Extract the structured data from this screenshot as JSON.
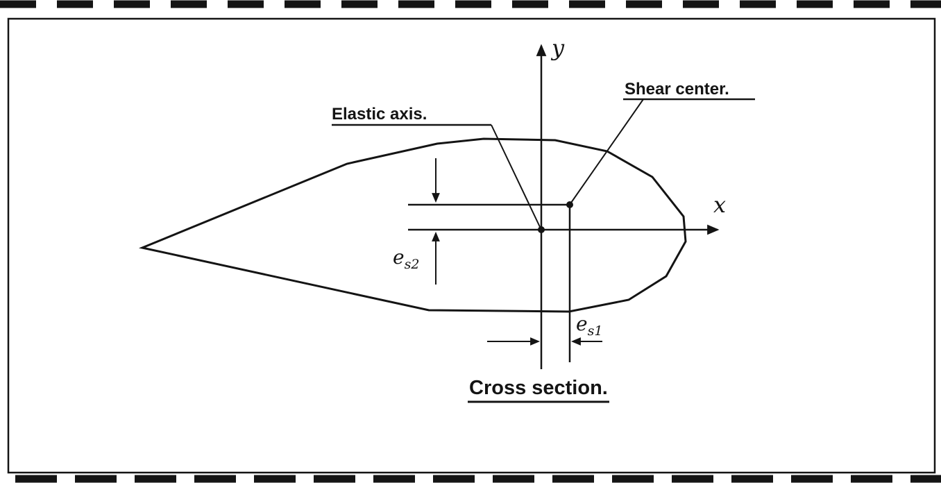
{
  "figure": {
    "title": "Cross section.",
    "labels": {
      "elastic_axis": "Elastic axis.",
      "shear_center": "Shear center.",
      "x_axis": "x",
      "y_axis": "y",
      "e_symbol": "e",
      "sub_s1": "s1",
      "sub_s2": "s2"
    },
    "colors": {
      "ink": "#141414",
      "background": "#ffffff"
    }
  }
}
